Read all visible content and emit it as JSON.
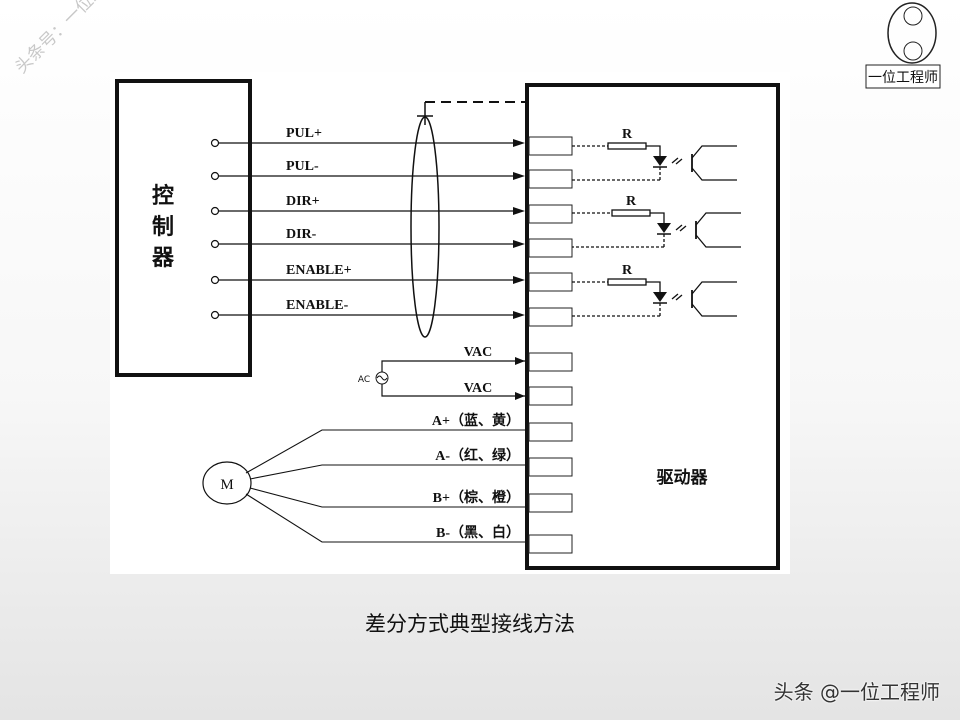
{
  "watermark_top_left": "头条号：一位工程师",
  "logo": {
    "text": "一位工程师"
  },
  "controller_label": [
    "控",
    "制",
    "器"
  ],
  "driver_label": "驱动器",
  "signals": [
    "PUL+",
    "PUL-",
    "DIR+",
    "DIR-",
    "ENABLE+",
    "ENABLE-"
  ],
  "resistor_label": "R",
  "power": {
    "source_label": "AC",
    "lines": [
      "VAC",
      "VAC"
    ]
  },
  "motor": {
    "label": "M",
    "phases": [
      "A+（蓝、黄）",
      "A-（红、绿）",
      "B+（棕、橙）",
      "B-（黑、白）"
    ]
  },
  "caption": "差分方式典型接线方法",
  "watermark_bottom_right": "头条 @一位工程师"
}
